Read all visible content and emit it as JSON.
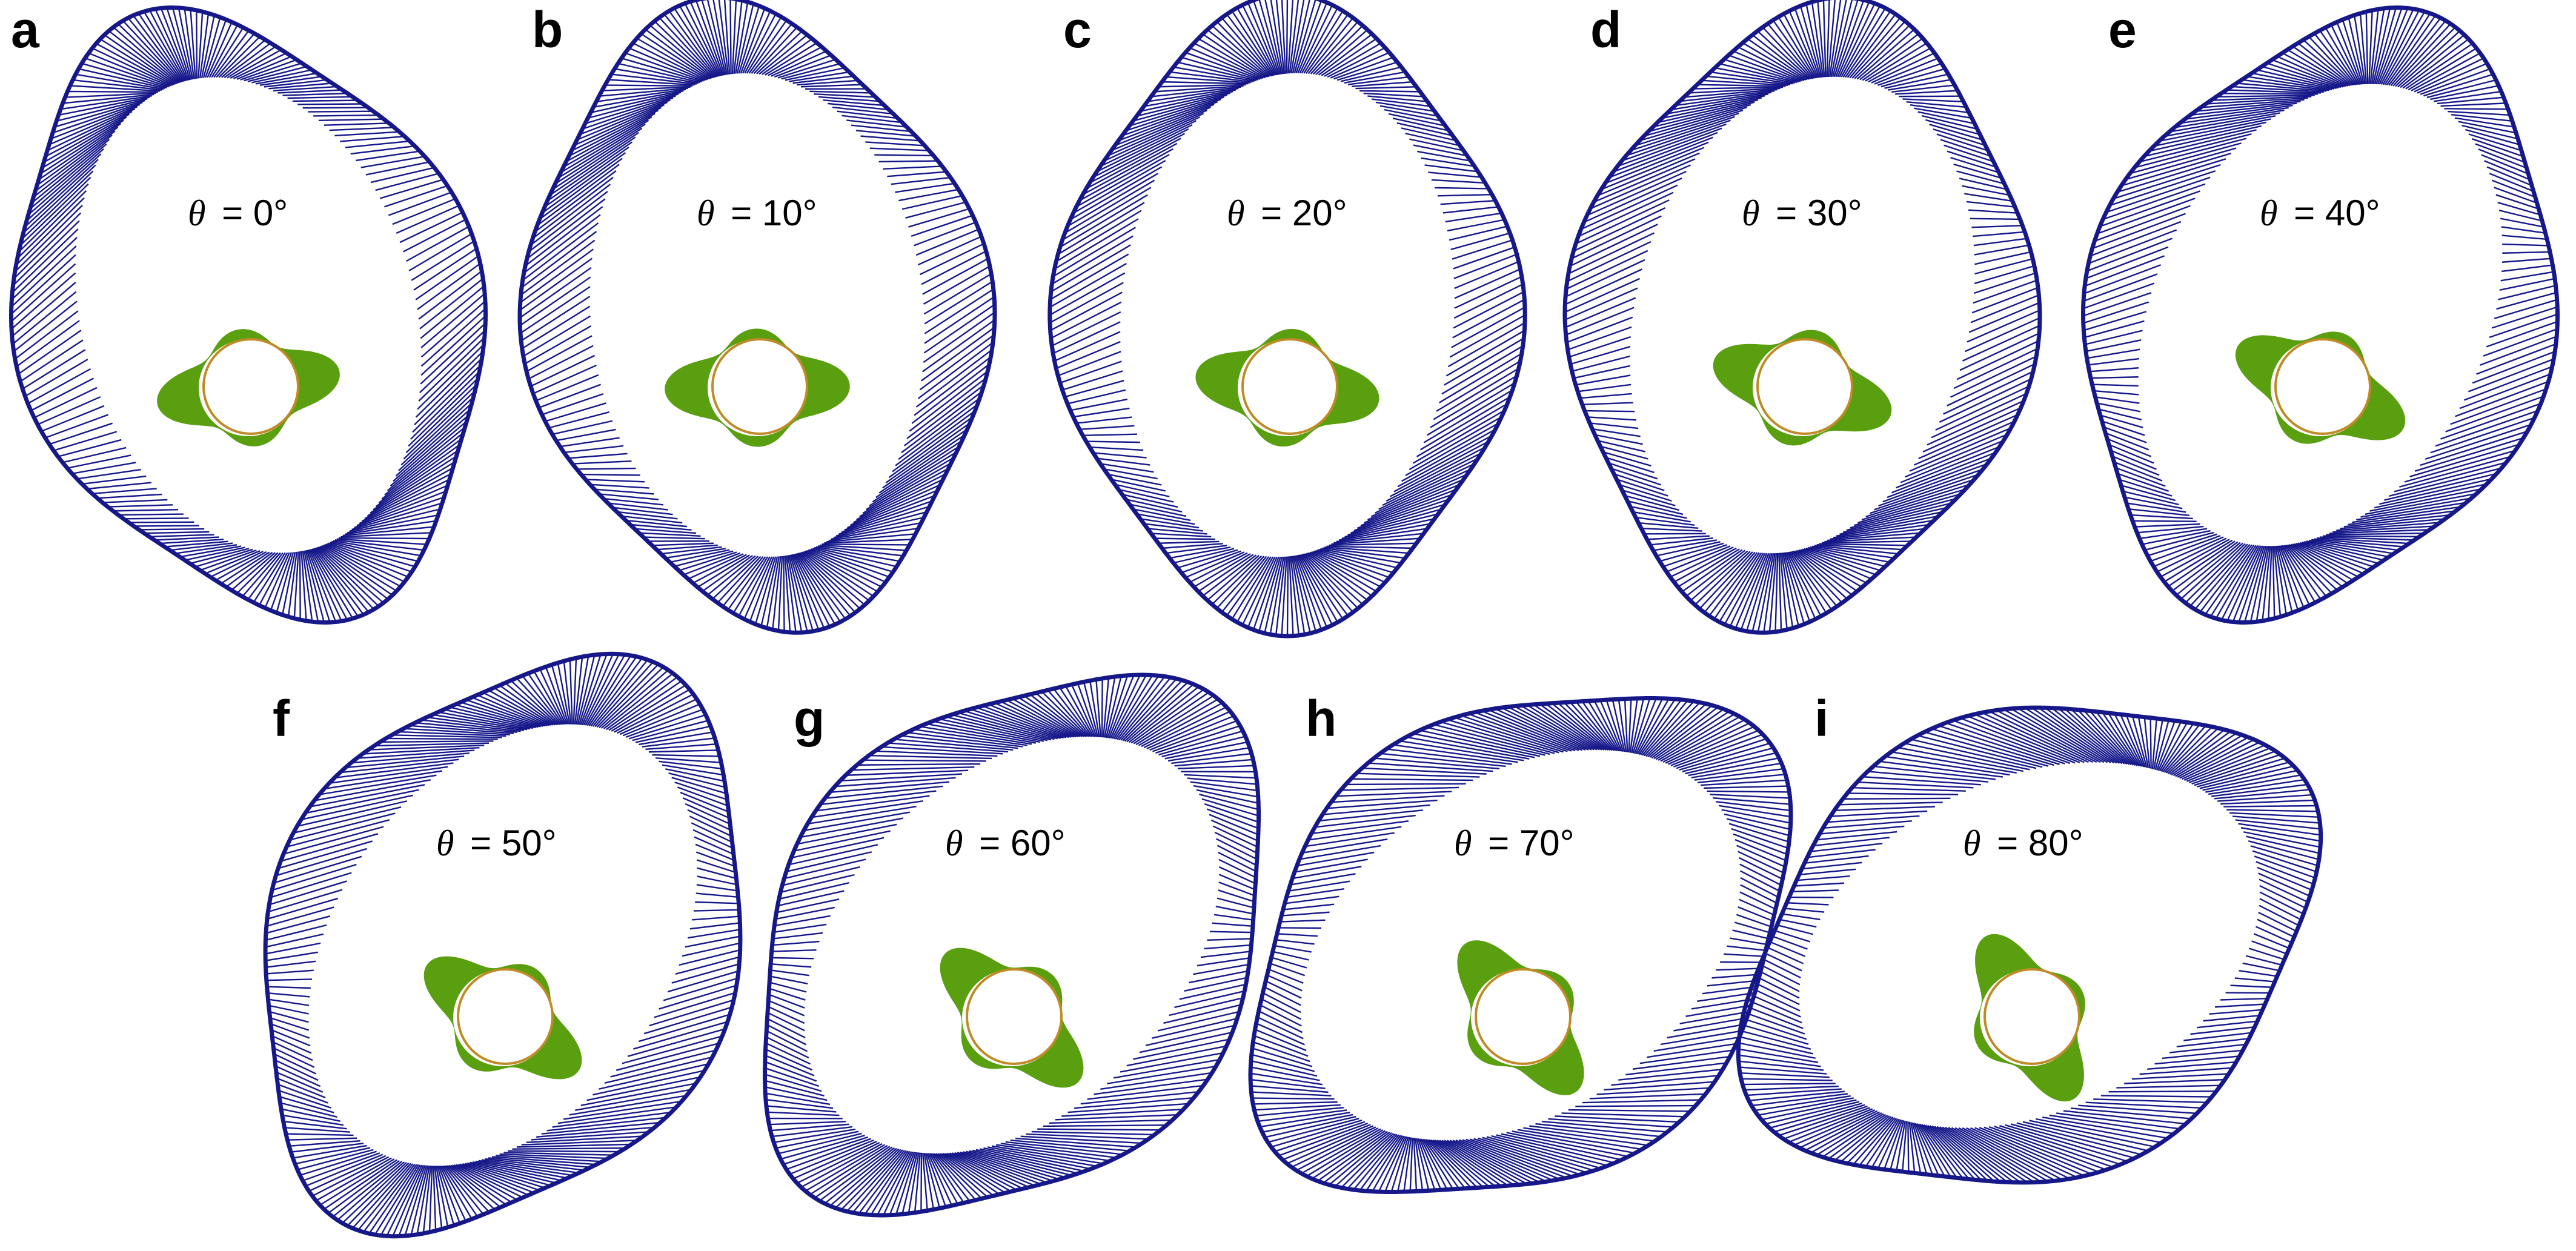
{
  "theta_symbol": "θ",
  "colors": {
    "outer_ring": "#16188a",
    "inner_ring": "#5a9f10",
    "circle": "#c08a26",
    "text": "#000000",
    "background": "#ffffff"
  },
  "panels": [
    {
      "letter": "a",
      "label": "= 0°",
      "theta": 0
    },
    {
      "letter": "b",
      "label": "= 10°",
      "theta": 10
    },
    {
      "letter": "c",
      "label": "= 20°",
      "theta": 20
    },
    {
      "letter": "d",
      "label": "= 30°",
      "theta": 30
    },
    {
      "letter": "e",
      "label": "= 40°",
      "theta": 40
    },
    {
      "letter": "f",
      "label": "= 50°",
      "theta": 50
    },
    {
      "letter": "g",
      "label": "= 60°",
      "theta": 60
    },
    {
      "letter": "h",
      "label": "= 70°",
      "theta": 70
    },
    {
      "letter": "i",
      "label": "= 80°",
      "theta": 80
    }
  ]
}
